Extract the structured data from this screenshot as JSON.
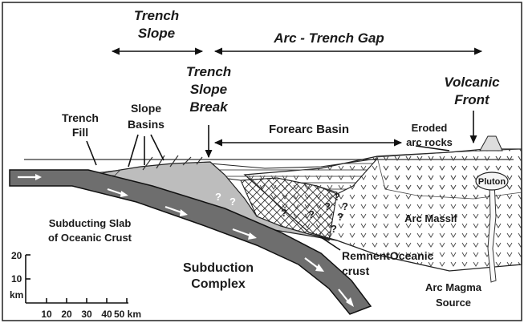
{
  "labels": {
    "trench_slope": [
      "Trench",
      "Slope"
    ],
    "arc_trench_gap": "Arc - Trench Gap",
    "trench_slope_break": [
      "Trench",
      "Slope",
      "Break"
    ],
    "volcanic_front": [
      "Volcanic",
      "Front"
    ],
    "trench_fill": [
      "Trench",
      "Fill"
    ],
    "slope_basins": [
      "Slope",
      "Basins"
    ],
    "forearc_basin": "Forearc Basin",
    "eroded_arc_rocks": [
      "Eroded",
      "arc rocks"
    ],
    "pluton": "Pluton",
    "arc_massif": "Arc Massif",
    "subducting_slab": [
      "Subducting Slab",
      "of Oceanic Crust"
    ],
    "subduction_complex": [
      "Subduction",
      "Complex"
    ],
    "remnant_crust": [
      "RemnentOceanic",
      "crust"
    ],
    "arc_magma_source": [
      "Arc Magma",
      "Source"
    ],
    "question_mark": "?"
  },
  "scale": {
    "vertical_ticks": [
      "20",
      "10"
    ],
    "vertical_unit": "km",
    "horizontal_ticks": [
      "10",
      "20",
      "30",
      "40",
      "50 km"
    ]
  }
}
